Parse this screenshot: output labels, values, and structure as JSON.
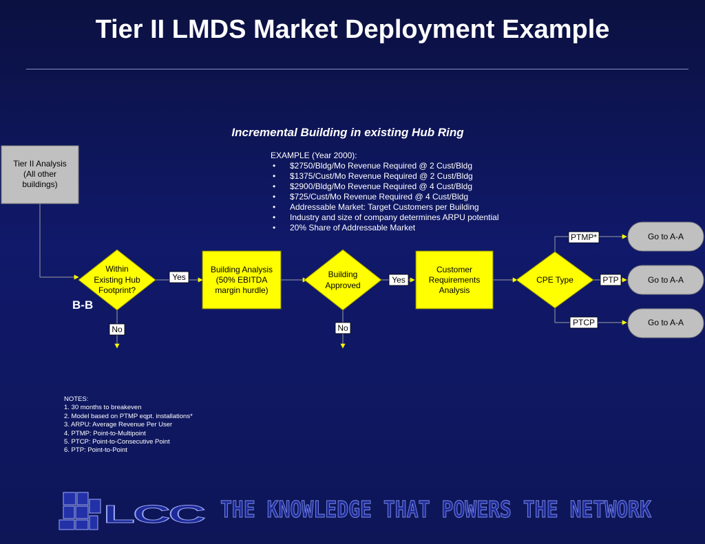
{
  "title": "Tier II LMDS Market Deployment Example",
  "subtitle": "Incremental Building in existing Hub Ring",
  "example": {
    "heading": "EXAMPLE (Year 2000):",
    "bullets": [
      "$2750/Bldg/Mo Revenue Required @ 2 Cust/Bldg",
      "$1375/Cust/Mo Revenue Required @ 2 Cust/Bldg",
      "$2900/Bldg/Mo Revenue Required @ 4 Cust/Bldg",
      "$725/Cust/Mo Revenue Required @ 4 Cust/Bldg",
      "Addressable Market: Target Customers per Building",
      "Industry and size of company determines ARPU potential",
      "20% Share of Addressable Market"
    ]
  },
  "nodes": {
    "tier2": [
      "Tier II Analysis",
      "(All other",
      "buildings)"
    ],
    "within": [
      "Within",
      "Existing Hub",
      "Footprint?"
    ],
    "analysis": [
      "Building Analysis",
      "(50% EBITDA",
      "margin hurdle)"
    ],
    "approved": [
      "Building",
      "Approved"
    ],
    "customer": [
      "Customer",
      "Requirements",
      "Analysis"
    ],
    "cpe": "CPE Type",
    "goto1": "Go to A-A",
    "goto2": "Go to A-A",
    "goto3": "Go to A-A"
  },
  "labels": {
    "yes1": "Yes",
    "yes2": "Yes",
    "no1": "No",
    "no2": "No",
    "ptmp": "PTMP*",
    "ptp": "PTP",
    "ptcp": "PTCP",
    "bb": "B-B"
  },
  "notes": {
    "heading": "NOTES:",
    "items": [
      "1.  30 months to breakeven",
      "2.  Model based on PTMP eqpt. installations*",
      "3.  ARPU: Average Revenue Per User",
      "4.  PTMP:  Point-to-Multipoint",
      "5.  PTCP:  Point-to-Consecutive Point",
      "6.  PTP:  Point-to-Point"
    ]
  },
  "logo": {
    "text": "LCC"
  },
  "slogan": "THE KNOWLEDGE THAT POWERS THE NETWORK",
  "colors": {
    "background": "#10196a",
    "decision_fill": "#ffff00",
    "gray_box": "#c0c0c0",
    "line": "#a0a0a0"
  }
}
